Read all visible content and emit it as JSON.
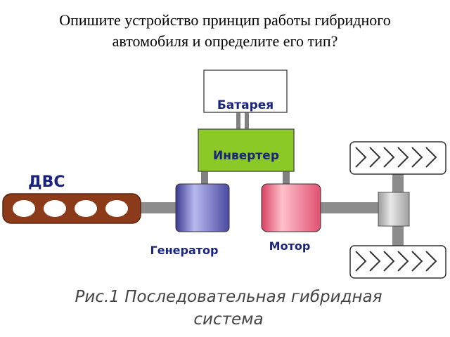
{
  "question": {
    "line1": "Опишите устройство принцип работы гибридного",
    "line2": "автомобиля и определите его тип?"
  },
  "diagram": {
    "battery_label": "Батарея",
    "inverter_label": "Инвертер",
    "engine_label": "ДВС",
    "generator_label": "Генератор",
    "motor_label": "Мотор",
    "caption_line1": "Рис.1 Последовательная гибридная",
    "caption_line2": "система"
  },
  "colors": {
    "engine": "#8b3a1a",
    "generator": "#5a5ab0",
    "motor": "#e8607a",
    "inverter": "#8ac926",
    "connector": "#808080",
    "label": "#1a237e"
  }
}
